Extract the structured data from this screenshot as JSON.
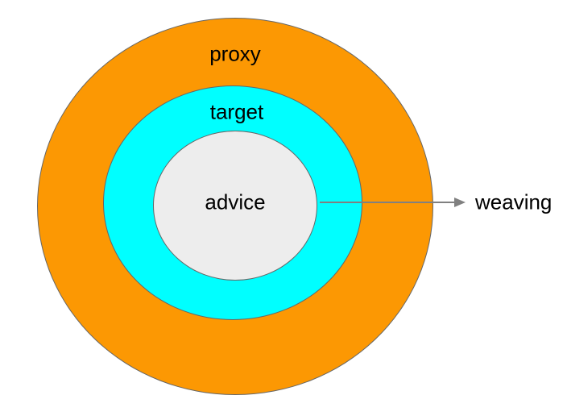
{
  "diagram": {
    "title": "aop-proxy-concentric-diagram",
    "background": "#FFFFFF",
    "stroke_color": "#666666",
    "text_color": "#000000",
    "rings": [
      {
        "id": "proxy",
        "label": "proxy",
        "fill": "#FC9803",
        "shape": "ellipse",
        "level": "outer"
      },
      {
        "id": "target",
        "label": "target",
        "fill": "#00FFFF",
        "shape": "ellipse",
        "level": "middle"
      },
      {
        "id": "advice",
        "label": "advice",
        "fill": "#EDEDED",
        "shape": "ellipse",
        "level": "inner"
      }
    ],
    "annotation": {
      "label": "weaving",
      "arrow_color": "#808080",
      "arrow_direction": "right",
      "points_from": "advice",
      "points_to": "weaving"
    }
  }
}
